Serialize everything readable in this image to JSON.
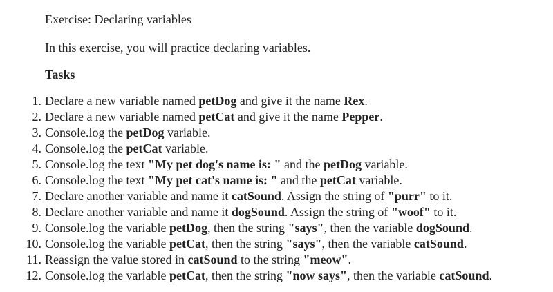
{
  "document": {
    "title": "Exercise: Declaring variables",
    "intro": "In this exercise, you will practice declaring variables.",
    "tasks_heading": "Tasks"
  },
  "tasks": [
    {
      "number": "1.",
      "parts": [
        {
          "t": "Declare a new variable named "
        },
        {
          "t": "petDog",
          "b": true
        },
        {
          "t": " and give it the name "
        },
        {
          "t": "Rex",
          "b": true
        },
        {
          "t": "."
        }
      ]
    },
    {
      "number": "2.",
      "parts": [
        {
          "t": "Declare a new variable named "
        },
        {
          "t": "petCat",
          "b": true
        },
        {
          "t": " and give it the name "
        },
        {
          "t": "Pepper",
          "b": true
        },
        {
          "t": "."
        }
      ]
    },
    {
      "number": "3.",
      "parts": [
        {
          "t": "Console.log the "
        },
        {
          "t": "petDog",
          "b": true
        },
        {
          "t": " variable."
        }
      ]
    },
    {
      "number": "4.",
      "parts": [
        {
          "t": "Console.log the "
        },
        {
          "t": "petCat",
          "b": true
        },
        {
          "t": " variable."
        }
      ]
    },
    {
      "number": "5.",
      "parts": [
        {
          "t": "Console.log the text "
        },
        {
          "t": "\"My pet dog's name is: \"",
          "b": true
        },
        {
          "t": " and the "
        },
        {
          "t": "petDog",
          "b": true
        },
        {
          "t": " variable."
        }
      ]
    },
    {
      "number": "6.",
      "parts": [
        {
          "t": "Console.log the text "
        },
        {
          "t": "\"My pet cat's name is: \"",
          "b": true
        },
        {
          "t": " and the "
        },
        {
          "t": "petCat",
          "b": true
        },
        {
          "t": " variable."
        }
      ]
    },
    {
      "number": "7.",
      "parts": [
        {
          "t": "Declare another variable and name it "
        },
        {
          "t": "catSound",
          "b": true
        },
        {
          "t": ". Assign the string of "
        },
        {
          "t": "\"purr\"",
          "b": true
        },
        {
          "t": " to it."
        }
      ]
    },
    {
      "number": "8.",
      "parts": [
        {
          "t": "Declare another variable and name it "
        },
        {
          "t": "dogSound",
          "b": true
        },
        {
          "t": ". Assign the string of "
        },
        {
          "t": "\"woof\"",
          "b": true
        },
        {
          "t": " to it."
        }
      ]
    },
    {
      "number": "9.",
      "parts": [
        {
          "t": "Console.log the variable "
        },
        {
          "t": "petDog",
          "b": true
        },
        {
          "t": ", then the string "
        },
        {
          "t": "\"says\"",
          "b": true
        },
        {
          "t": ", then the variable "
        },
        {
          "t": "dogSound",
          "b": true
        },
        {
          "t": "."
        }
      ]
    },
    {
      "number": "10.",
      "parts": [
        {
          "t": "Console.log the variable "
        },
        {
          "t": "petCat",
          "b": true
        },
        {
          "t": ", then the string "
        },
        {
          "t": "\"says\"",
          "b": true
        },
        {
          "t": ", then the variable "
        },
        {
          "t": "catSound",
          "b": true
        },
        {
          "t": "."
        }
      ]
    },
    {
      "number": "11.",
      "parts": [
        {
          "t": "Reassign the value stored in "
        },
        {
          "t": "catSound",
          "b": true
        },
        {
          "t": " to the string "
        },
        {
          "t": "\"meow\"",
          "b": true
        },
        {
          "t": "."
        }
      ]
    },
    {
      "number": "12.",
      "parts": [
        {
          "t": "Console.log the variable "
        },
        {
          "t": "petCat",
          "b": true
        },
        {
          "t": ", then the string "
        },
        {
          "t": "\"now says\"",
          "b": true
        },
        {
          "t": ", then the variable "
        },
        {
          "t": "catSound",
          "b": true
        },
        {
          "t": "."
        }
      ]
    }
  ]
}
